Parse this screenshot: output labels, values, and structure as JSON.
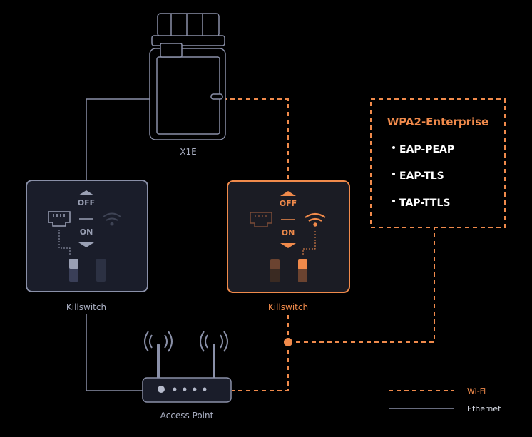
{
  "device_label": "X1E",
  "killswitch_left_label": "Killswitch",
  "killswitch_right_label": "Killswitch",
  "switch_off": "OFF",
  "switch_on": "ON",
  "access_point_label": "Access Point",
  "panel": {
    "title": "WPA2-Enterprise",
    "items": [
      "EAP-PEAP",
      "EAP-TLS",
      "TAP-TTLS"
    ]
  },
  "legend": {
    "wifi": "Wi-Fi",
    "ethernet": "Ethernet"
  },
  "colors": {
    "accent": "#f08a4b",
    "gray": "#8a90a8",
    "background": "#000000"
  }
}
